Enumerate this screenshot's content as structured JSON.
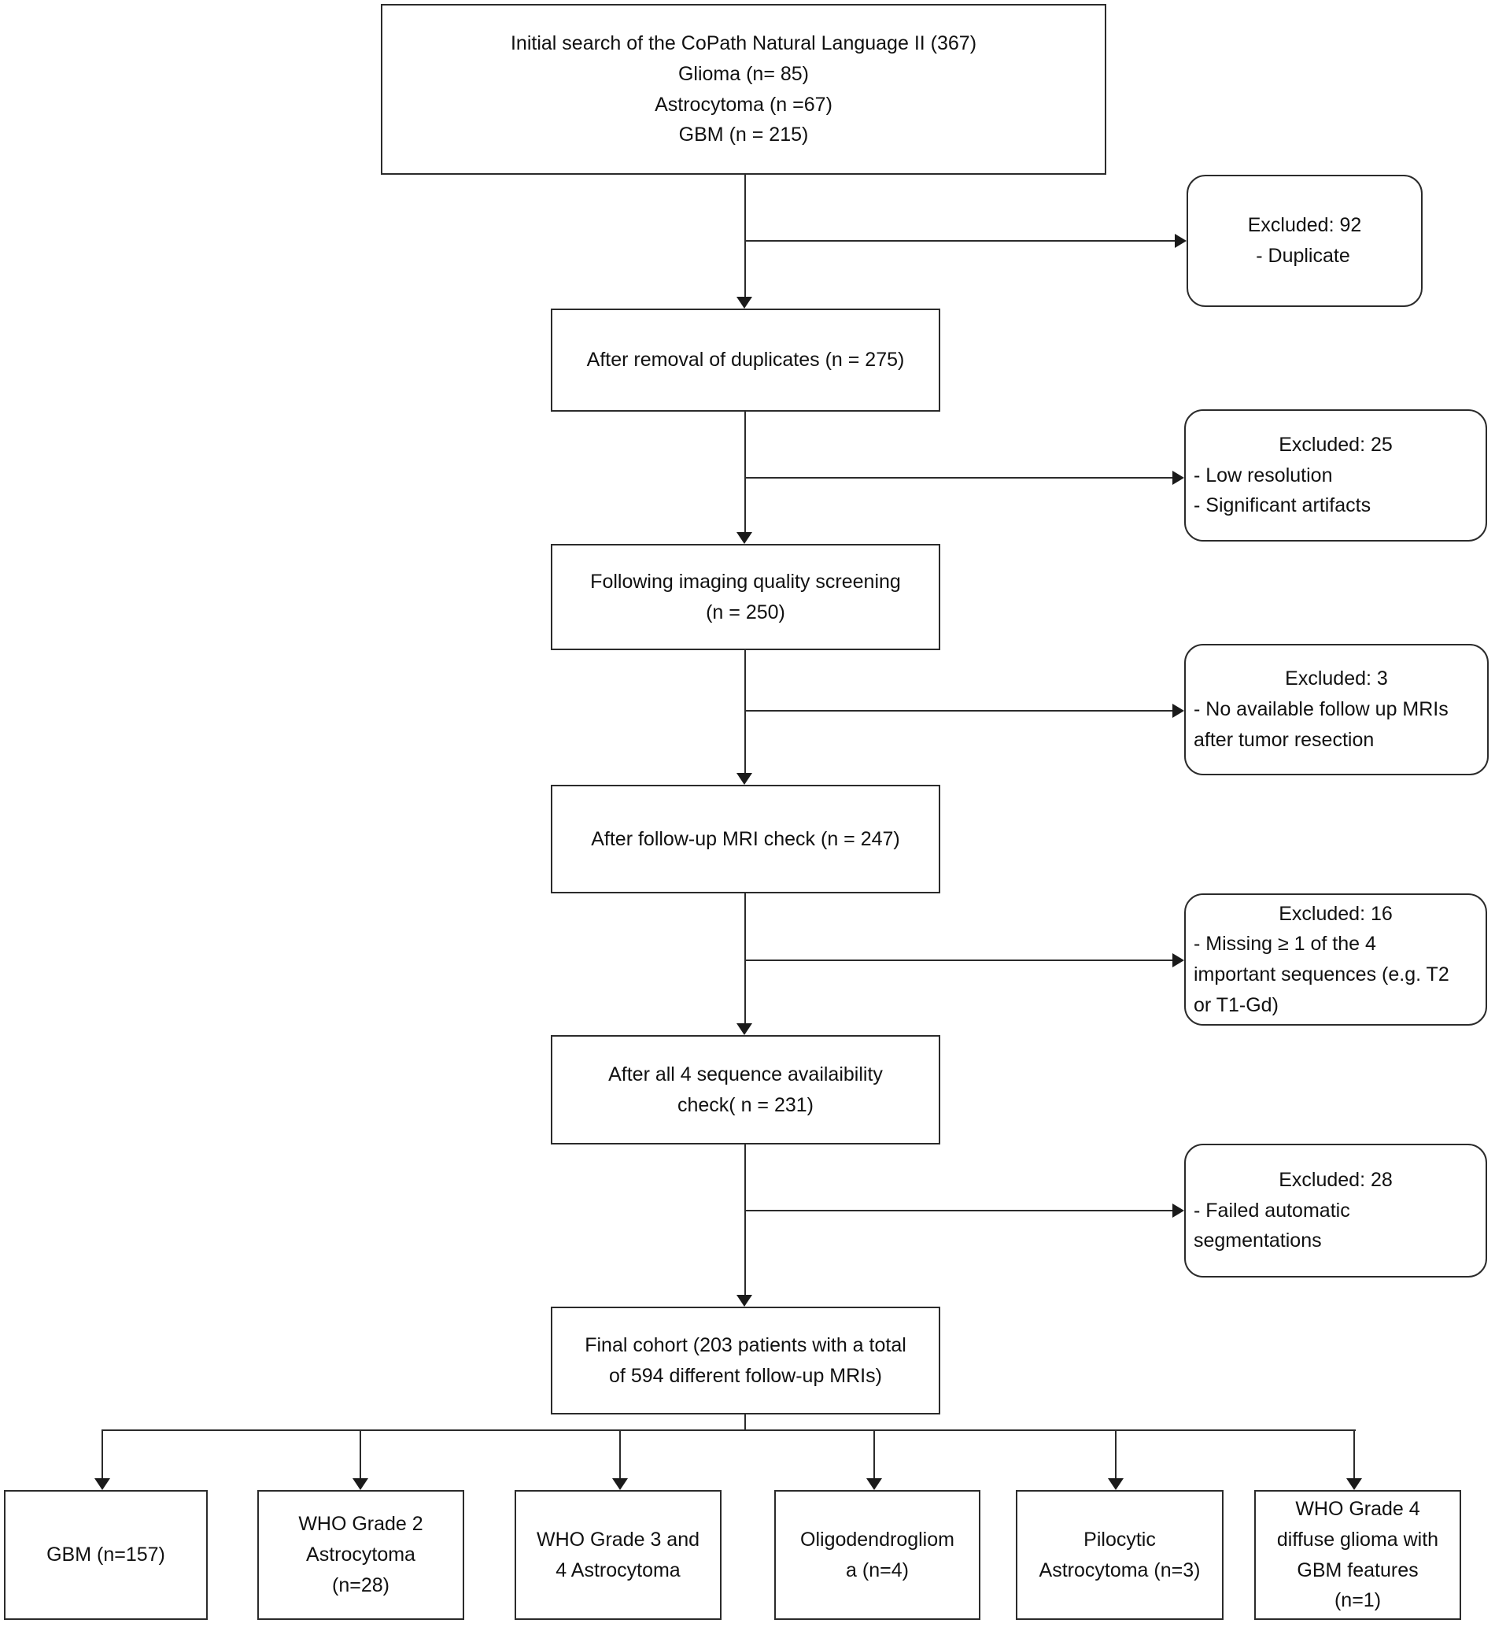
{
  "diagram": {
    "type": "flowchart",
    "colors": {
      "ink": "#2b2b2b",
      "background": "#ffffff"
    },
    "nodes": {
      "initial": {
        "text": "Initial search of the CoPath Natural Language II (367)\nGlioma (n= 85)\nAstrocytoma (n =67)\nGBM (n = 215)"
      },
      "after_duplicates": {
        "text": "After removal of duplicates (n = 275)"
      },
      "quality_screening": {
        "text": "Following imaging quality screening\n(n = 250)"
      },
      "followup_check": {
        "text": "After follow-up MRI check (n = 247)"
      },
      "sequence_check": {
        "text": "After all 4 sequence availaibility\ncheck( n = 231)"
      },
      "final_cohort": {
        "text": "Final cohort (203 patients with a total\nof 594 different follow-up MRIs)"
      }
    },
    "exclusions": [
      {
        "title": "Excluded: 92",
        "details": "- Duplicate"
      },
      {
        "title": "Excluded: 25",
        "details": "- Low resolution\n- Significant artifacts"
      },
      {
        "title": "Excluded: 3",
        "details": "- No available follow up MRIs\nafter tumor resection"
      },
      {
        "title": "Excluded: 16",
        "details": "- Missing ≥ 1 of the 4\nimportant sequences (e.g. T2\nor T1-Gd)"
      },
      {
        "title": "Excluded: 28",
        "details": "- Failed automatic\nsegmentations"
      }
    ],
    "outcomes": [
      {
        "text": "GBM (n=157)"
      },
      {
        "text": "WHO Grade 2\nAstrocytoma\n(n=28)"
      },
      {
        "text": "WHO Grade 3 and\n4 Astrocytoma"
      },
      {
        "text": "Oligodendrogliom\na (n=4)"
      },
      {
        "text": "Pilocytic\nAstrocytoma (n=3)"
      },
      {
        "text": "WHO Grade 4\ndiffuse glioma with\nGBM features\n(n=1)"
      }
    ]
  }
}
